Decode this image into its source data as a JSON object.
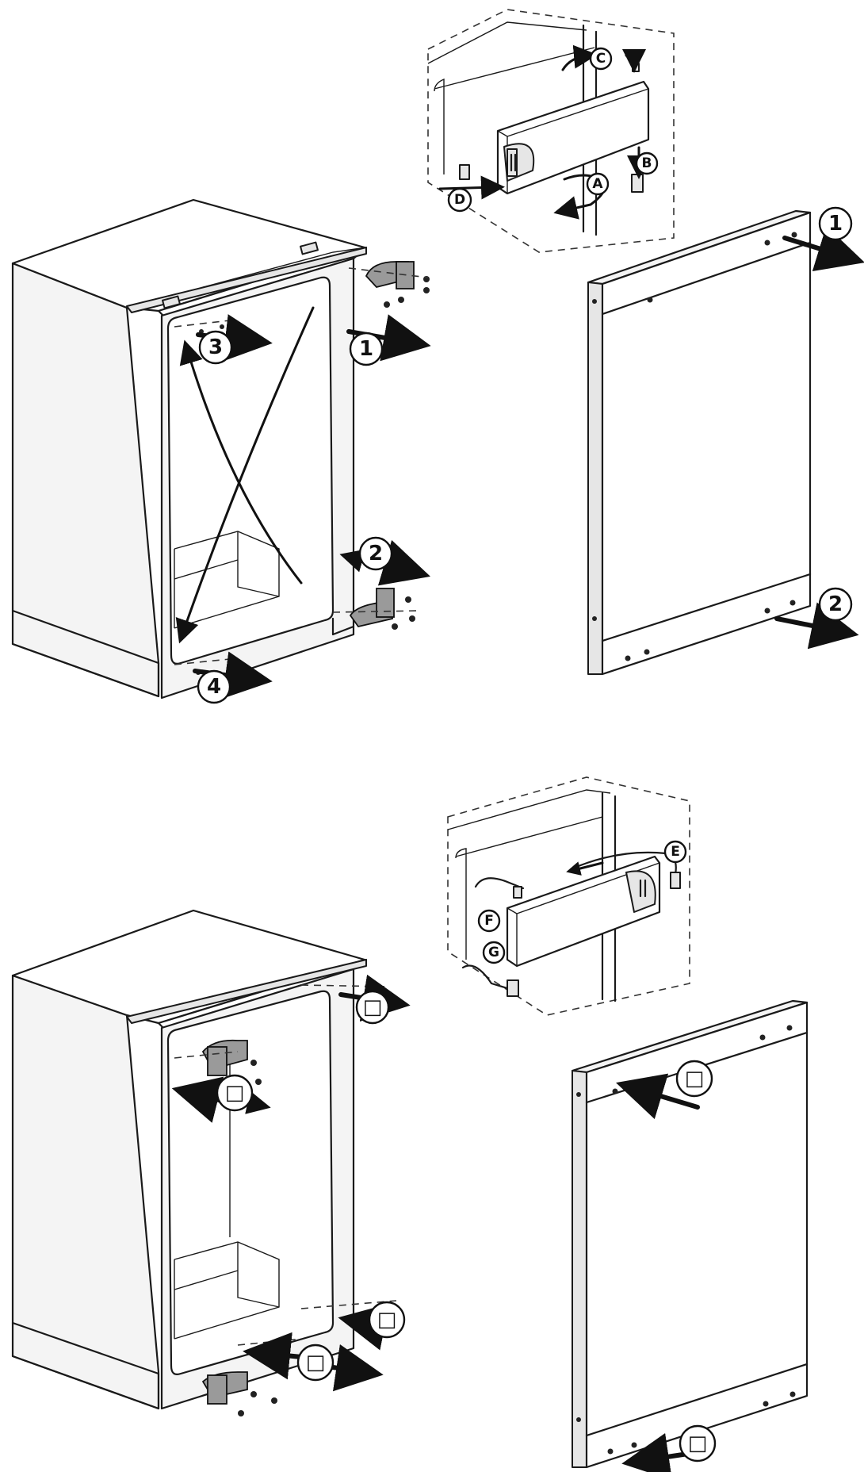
{
  "step_labels": {
    "s1": "1",
    "s2": "2",
    "s3": "3",
    "s4": "4",
    "door_1": "1",
    "door_2": "2"
  },
  "detail_labels": {
    "a": "A",
    "b": "B",
    "c": "C",
    "d": "D",
    "e": "E",
    "f": "F",
    "g": "G"
  },
  "unreadable_glyph": "□"
}
